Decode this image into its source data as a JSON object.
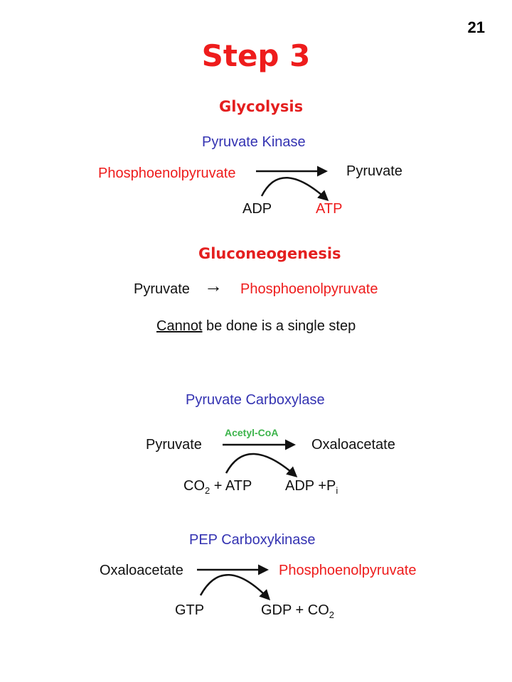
{
  "page_number": "21",
  "title": "Step 3",
  "glycolysis": {
    "heading": "Glycolysis",
    "enzyme": "Pyruvate Kinase",
    "substrate": "Phosphoenolpyruvate",
    "product": "Pyruvate",
    "cofactor_in": "ADP",
    "cofactor_out": "ATP"
  },
  "gluconeogenesis": {
    "heading": "Gluconeogenesis",
    "reactant": "Pyruvate",
    "arrow": "→",
    "product": "Phosphoenolpyruvate",
    "note_underlined": "Cannot",
    "note_rest": " be done is a single step"
  },
  "pyruvate_carboxylase": {
    "enzyme": "Pyruvate Carboxylase",
    "activator": "Acetyl-CoA",
    "substrate": "Pyruvate",
    "product": "Oxaloacetate",
    "cofactor_in_main": "CO",
    "cofactor_in_sub": "2",
    "cofactor_in_rest": " + ATP",
    "cofactor_out_main": "ADP +P",
    "cofactor_out_sub": "i"
  },
  "pep_carboxykinase": {
    "enzyme": "PEP Carboxykinase",
    "substrate": "Oxaloacetate",
    "product": "Phosphoenolpyruvate",
    "cofactor_in": "GTP",
    "cofactor_out_main": "GDP + CO",
    "cofactor_out_sub": "2"
  },
  "colors": {
    "red": "#ee1c1c",
    "blue": "#3433b2",
    "green": "#3cb44b",
    "black": "#111111"
  }
}
